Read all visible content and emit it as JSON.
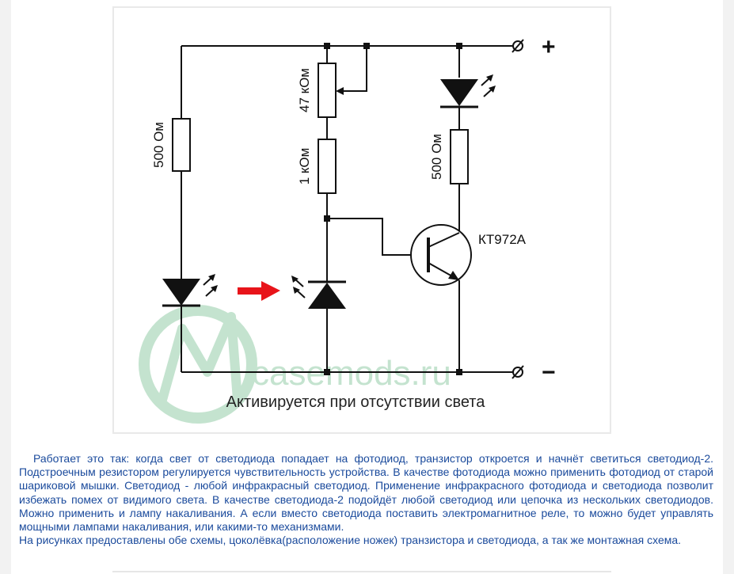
{
  "diagram": {
    "labels": {
      "plus": "+",
      "minus": "−",
      "r_left": "500 Ом",
      "r_pot": "47 кОм",
      "r_mid": "1 кОм",
      "r_right": "500 Ом",
      "transistor": "КТ972А",
      "caption": "Активируется при отсутствии света"
    },
    "watermark": "casemods.ru",
    "colors": {
      "wire": "#111111",
      "arrow": "#e8141a",
      "watermark": "#2f9e56"
    }
  },
  "article": {
    "paragraph1": "Работает это так: когда свет от светодиода попадает на фотодиод, транзистор откроется и начнёт светиться светодиод-2. Подстроечным резистором регулируется чувствительность устройства. В качестве фотодиода можно применить фотодиод от старой шариковой мышки. Светодиод - любой инфракрасный светодиод. Применение инфракрасного фотодиода и светодиода позволит избежать помех от видимого света. В качестве светодиода-2 подойдёт любой светодиод или цепочка из нескольких светодиодов. Можно применить и лампу накаливания. А если вместо светодиода поставить электромагнитное реле, то можно будет управлять мощными лампами накаливания, или какими-то механизмами.",
    "paragraph2": "На рисунках предоставлены обе схемы, цоколёвка(расположение ножек) транзистора и светодиода, а так же монтажная схема."
  }
}
